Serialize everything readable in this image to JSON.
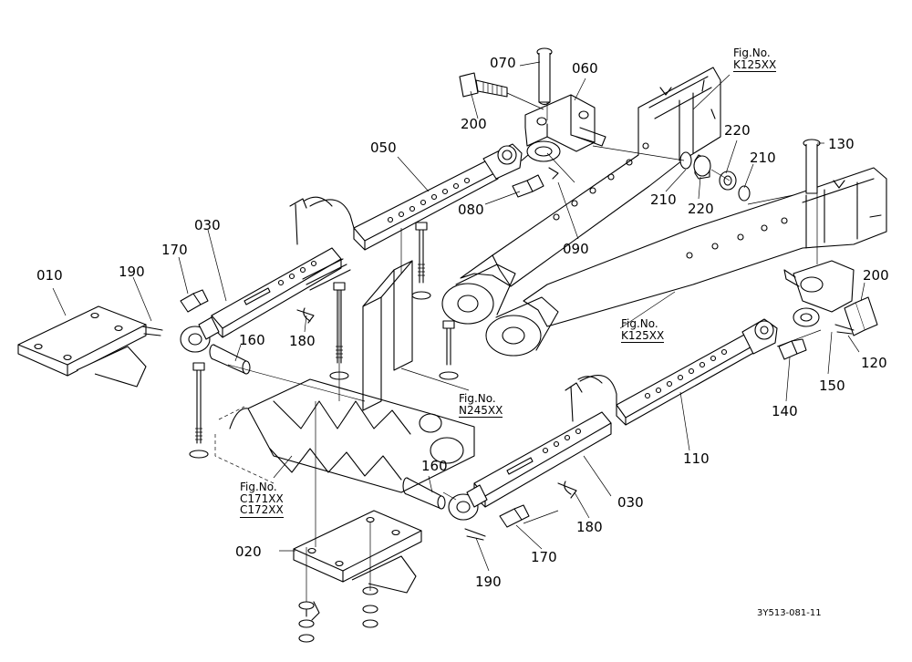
{
  "diagram": {
    "part_labels": [
      {
        "id": "p070",
        "text": "070"
      },
      {
        "id": "p060",
        "text": "060"
      },
      {
        "id": "p200a",
        "text": "200"
      },
      {
        "id": "p050",
        "text": "050"
      },
      {
        "id": "p220a",
        "text": "220"
      },
      {
        "id": "p210a",
        "text": "210"
      },
      {
        "id": "p130",
        "text": "130"
      },
      {
        "id": "p210b",
        "text": "210"
      },
      {
        "id": "p220b",
        "text": "220"
      },
      {
        "id": "p080",
        "text": "080"
      },
      {
        "id": "p090",
        "text": "090"
      },
      {
        "id": "p030a",
        "text": "030"
      },
      {
        "id": "p170a",
        "text": "170"
      },
      {
        "id": "p010",
        "text": "010"
      },
      {
        "id": "p190a",
        "text": "190"
      },
      {
        "id": "p160a",
        "text": "160"
      },
      {
        "id": "p180a",
        "text": "180"
      },
      {
        "id": "p200b",
        "text": "200"
      },
      {
        "id": "p120",
        "text": "120"
      },
      {
        "id": "p140",
        "text": "140"
      },
      {
        "id": "p150",
        "text": "150"
      },
      {
        "id": "p110",
        "text": "110"
      },
      {
        "id": "p160b",
        "text": "160"
      },
      {
        "id": "p030b",
        "text": "030"
      },
      {
        "id": "p180b",
        "text": "180"
      },
      {
        "id": "p170b",
        "text": "170"
      },
      {
        "id": "p020",
        "text": "020"
      },
      {
        "id": "p190b",
        "text": "190"
      }
    ],
    "figure_refs": [
      {
        "id": "ref_k125_top",
        "lines": [
          "Fig.No.",
          "K125XX"
        ]
      },
      {
        "id": "ref_k125_mid",
        "lines": [
          "Fig.No.",
          "K125XX"
        ]
      },
      {
        "id": "ref_n245",
        "lines": [
          "Fig.No.",
          "N245XX"
        ]
      },
      {
        "id": "ref_c171",
        "lines": [
          "Fig.No.",
          "C171XX",
          "C172XX"
        ]
      }
    ],
    "drawing_code": "3Y513-081-11"
  }
}
